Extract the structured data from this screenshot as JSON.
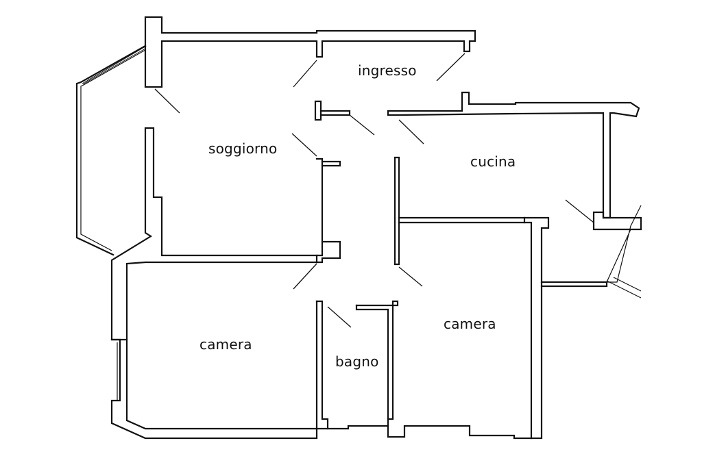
{
  "rooms": {
    "ingresso": "ingresso",
    "soggiorno": "soggiorno",
    "cucina": "cucina",
    "camera_left": "camera",
    "camera_right": "camera",
    "bagno": "bagno"
  }
}
